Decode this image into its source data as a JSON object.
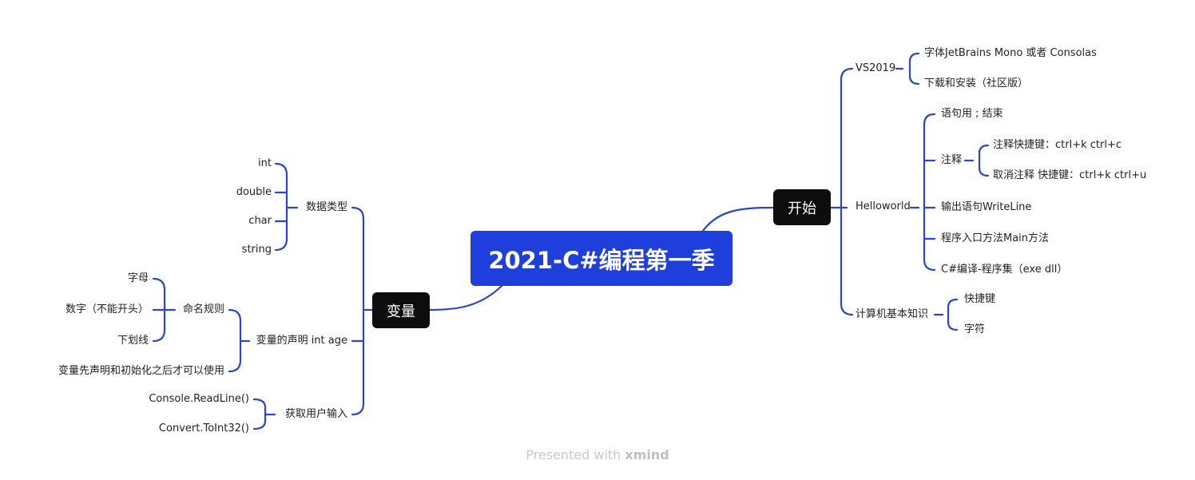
{
  "root": "2021-C#编程第一季",
  "branches": {
    "start": {
      "label": "开始",
      "vs2019": {
        "label": "VS2019",
        "items": [
          "字体JetBrains Mono 或者 Consolas",
          "下载和安装（社区版）"
        ]
      },
      "helloworld": {
        "label": "Helloworld",
        "statement_end": "语句用 ; 结束",
        "comment": {
          "label": "注释",
          "items": [
            "注释快捷键：ctrl+k ctrl+c",
            "取消注释 快捷键：ctrl+k ctrl+u"
          ]
        },
        "writeline": "输出语句WriteLine",
        "entry": "程序入口方法Main方法",
        "compile": "C#编译-程序集（exe dll）"
      },
      "basics": {
        "label": "计算机基本知识",
        "items": [
          "快捷键",
          "字符"
        ]
      }
    },
    "variable": {
      "label": "变量",
      "types": {
        "label": "数据类型",
        "items": [
          "int",
          "double",
          "char",
          "string"
        ]
      },
      "declare": {
        "label": "变量的声明 int age",
        "naming": {
          "label": "命名规则",
          "items": [
            "字母",
            "数字（不能开头）",
            "下划线"
          ]
        },
        "init_rule": "变量先声明和初始化之后才可以使用"
      },
      "input": {
        "label": "获取用户输入",
        "items": [
          "Console.ReadLine()",
          "Convert.ToInt32()"
        ]
      }
    }
  },
  "footer": {
    "prefix": "Presented with",
    "brand": "xmind"
  },
  "colors": {
    "root_fill": "#1f3fdc",
    "branch_fill": "#0d0d0d",
    "connector": "#2b45d0"
  }
}
